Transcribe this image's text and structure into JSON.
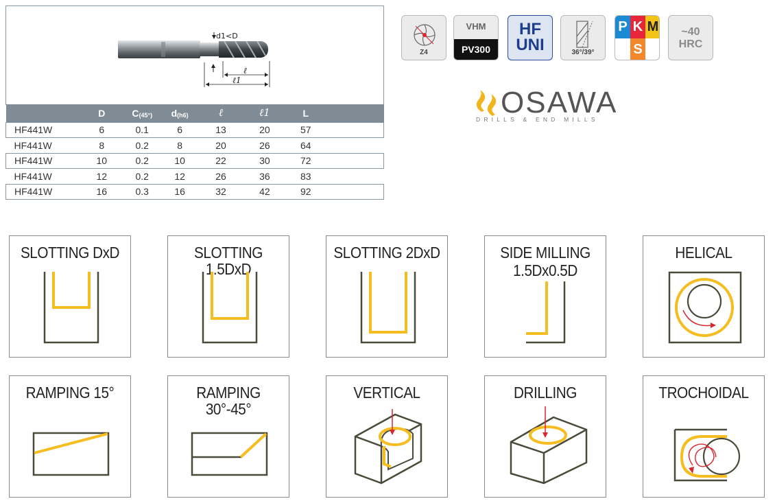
{
  "diagram": {
    "label_d1": "d1<D",
    "label_l": "ℓ",
    "label_l1": "ℓ1"
  },
  "table": {
    "headers": [
      "",
      "D",
      "C(45°)",
      "d(h6)",
      "ℓ",
      "ℓ1",
      "L"
    ],
    "rows": [
      [
        "HF441W",
        "6",
        "0.1",
        "6",
        "13",
        "20",
        "57"
      ],
      [
        "HF441W",
        "8",
        "0.2",
        "8",
        "20",
        "26",
        "64"
      ],
      [
        "HF441W",
        "10",
        "0.2",
        "10",
        "22",
        "30",
        "72"
      ],
      [
        "HF441W",
        "12",
        "0.2",
        "12",
        "26",
        "36",
        "83"
      ],
      [
        "HF441W",
        "16",
        "0.3",
        "16",
        "32",
        "42",
        "92"
      ]
    ]
  },
  "badges": {
    "flutes": {
      "icon": "four-flute-icon",
      "label": "Z4"
    },
    "material": {
      "top": "VHM",
      "bottom": "PV300"
    },
    "geometry": {
      "line1": "HF",
      "line2": "UNI"
    },
    "helix": {
      "icon": "helix-angle-icon",
      "label": "36°/39°"
    },
    "workpiece": {
      "p": "P",
      "k": "K",
      "m": "M",
      "s": "S",
      "colors": {
        "p": "#1a8ad4",
        "k": "#e8263a",
        "m": "#f3c316",
        "s": "#f2872b"
      }
    },
    "hardness": {
      "line1": "~40",
      "line2": "HRC"
    }
  },
  "logo": {
    "word": "OSAWA",
    "tagline": "DRILLS & END MILLS",
    "icon": "osawa-logo-icon",
    "accent": "#f0b51a"
  },
  "operations": [
    {
      "name": "SLOTTING DxD",
      "icon": "slotting-dxd-icon"
    },
    {
      "name": "SLOTTING 1.5DxD",
      "icon": "slotting-1-5dxd-icon"
    },
    {
      "name": "SLOTTING 2DxD",
      "icon": "slotting-2dxd-icon"
    },
    {
      "name": "SIDE MILLING",
      "name2": "1.5Dx0.5D",
      "icon": "side-milling-icon"
    },
    {
      "name": "HELICAL",
      "icon": "helical-icon"
    },
    {
      "name": "RAMPING 15°",
      "icon": "ramping-15-icon"
    },
    {
      "name": "RAMPING 30°-45°",
      "icon": "ramping-30-45-icon"
    },
    {
      "name": "VERTICAL",
      "icon": "vertical-icon"
    },
    {
      "name": "DRILLING",
      "icon": "drilling-icon"
    },
    {
      "name": "TROCHOIDAL",
      "icon": "trochoidal-icon"
    }
  ],
  "colors": {
    "accent_yellow": "#f5bd1f",
    "accent_red": "#d7272f",
    "outline": "#4a4a3a",
    "header_gray": "#7f8c95"
  }
}
